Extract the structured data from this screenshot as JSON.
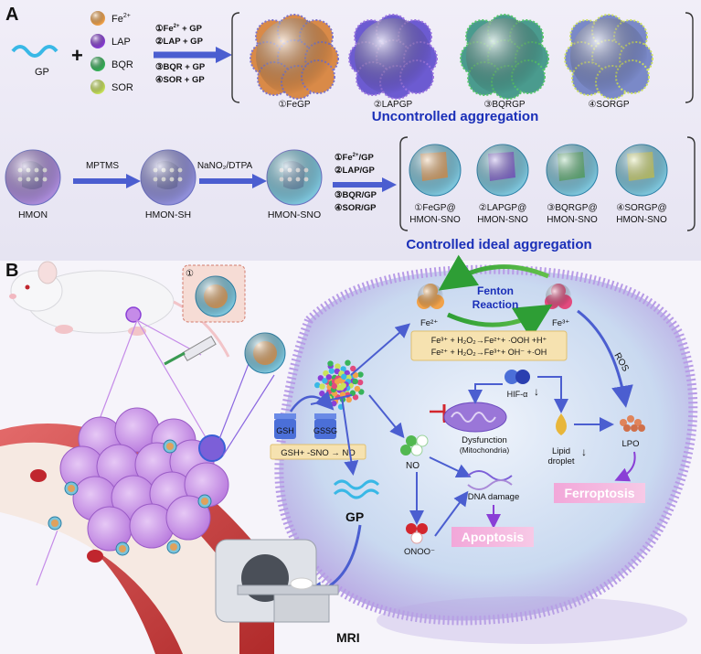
{
  "panel_a": {
    "letter": "A",
    "gp_label": "GP",
    "plus": "+",
    "reagents": [
      {
        "label": "Fe",
        "sup": "2+",
        "color": "#f1a24a"
      },
      {
        "label": "LAP",
        "sup": "",
        "color": "#8a3fd6"
      },
      {
        "label": "BQR",
        "sup": "",
        "color": "#37b35a"
      },
      {
        "label": "SOR",
        "sup": "",
        "color": "#c9e35a"
      }
    ],
    "steps_top": [
      {
        "n": "①",
        "text": "Fe",
        "sup": "2+",
        "rest": " + GP"
      },
      {
        "n": "②",
        "text": "LAP + GP",
        "sup": "",
        "rest": ""
      },
      {
        "n": "③",
        "text": "BQR + GP",
        "sup": "",
        "rest": ""
      },
      {
        "n": "④",
        "text": "SOR + GP",
        "sup": "",
        "rest": ""
      }
    ],
    "aggregates": [
      {
        "label": "①FeGP",
        "color": "#d98a48",
        "spot": "#7f74c9"
      },
      {
        "label": "②LAPGP",
        "color": "#6c5bd1",
        "spot": "#9a74e0"
      },
      {
        "label": "③BQRGP",
        "color": "#4a9b8e",
        "spot": "#56c76b"
      },
      {
        "label": "④SORGP",
        "color": "#7a89c8",
        "spot": "#cfe264"
      }
    ],
    "uncontrolled": "Uncontrolled aggregation",
    "carriers": [
      {
        "label": "HMON",
        "color": "#a98ad8"
      },
      {
        "label": "HMON-SH",
        "color": "#8f8ed8"
      },
      {
        "label": "HMON-SNO",
        "color": "#7cc3d9"
      }
    ],
    "arrow1": "MPTMS",
    "arrow2": "NaNO₂/DTPA",
    "steps_bottom": [
      {
        "n": "①",
        "text": "Fe",
        "sup": "2+",
        "rest": "/GP"
      },
      {
        "n": "②",
        "text": "LAP/GP",
        "sup": "",
        "rest": ""
      },
      {
        "n": "③",
        "text": "BQR/GP",
        "sup": "",
        "rest": ""
      },
      {
        "n": "④",
        "text": "SOR/GP",
        "sup": "",
        "rest": ""
      }
    ],
    "loaded": [
      {
        "line1": "①FeGP@",
        "line2": "HMON-SNO",
        "fill": "#e0a15c"
      },
      {
        "line1": "②LAPGP@",
        "line2": "HMON-SNO",
        "fill": "#7c5fd8"
      },
      {
        "line1": "③BQRGP@",
        "line2": "HMON-SNO",
        "fill": "#58b574"
      },
      {
        "line1": "④SORGP@",
        "line2": "HMON-SNO",
        "fill": "#cbd86a"
      }
    ],
    "controlled": "Controlled ideal aggregation"
  },
  "panel_b": {
    "letter": "B",
    "inset_num": "①",
    "fenton_line1": "Fenton",
    "fenton_line2": "Reaction",
    "fe2": "Fe²⁺",
    "fe3": "Fe³⁺",
    "eq1": "Fe³⁺ + H₂O₂→Fe²⁺+ ·OOH +H⁺",
    "eq2": "Fe²⁺ + H₂O₂→Fe³⁺+ OH⁻ +·OH",
    "ros": "ROS",
    "hif": "HIF-α",
    "dysfunction": "Dysfunction",
    "mitochondria": "(Mitochondria)",
    "lipid_line1": "Lipid",
    "lipid_line2": "droplet",
    "lpo": "LPO",
    "gsh": "GSH",
    "gssg": "GSSG",
    "gsh_eq": "GSH+ -SNO → NO",
    "no": "NO",
    "dna": "DNA damage",
    "onoo": "ONOO⁻",
    "gp": "GP",
    "ferroptosis": "Ferroptosis",
    "apoptosis": "Apoptosis",
    "mri": "MRI"
  },
  "colors": {
    "accent_blue": "#1a2fb8",
    "arrow": "#4b5ed0",
    "membrane": "#a88fd8",
    "cell_fill": "#d9ccef",
    "pink_label": "#f29ad8"
  }
}
